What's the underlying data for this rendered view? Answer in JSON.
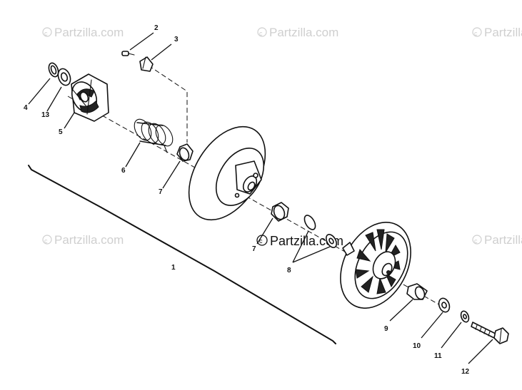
{
  "watermark": {
    "text": "Partzilla.com",
    "center_text": "Partzilla.com"
  },
  "callouts": {
    "c1": "1",
    "c2": "2",
    "c3": "3",
    "c4": "4",
    "c5": "5",
    "c6": "6",
    "c7a": "7",
    "c7b": "7",
    "c8": "8",
    "c9": "9",
    "c10": "10",
    "c11": "11",
    "c12": "12",
    "c13": "13"
  }
}
